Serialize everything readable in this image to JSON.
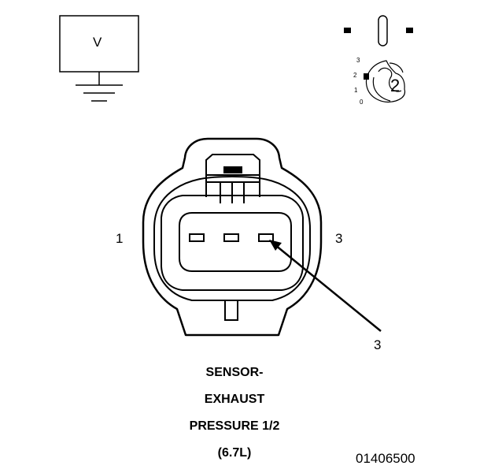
{
  "meter": {
    "label": "V"
  },
  "selector": {
    "positions": [
      "3",
      "2",
      "1",
      "0"
    ],
    "selected": "2"
  },
  "connector": {
    "pin_label_left": "1",
    "pin_label_right": "3",
    "callout_label": "3"
  },
  "caption": {
    "lines": [
      "SENSOR-",
      "EXHAUST",
      "PRESSURE 1/2",
      "(6.7L)"
    ]
  },
  "figure_id": "01406500"
}
